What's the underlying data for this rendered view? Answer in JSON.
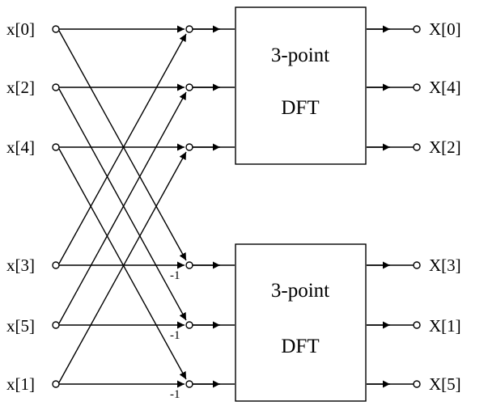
{
  "inputs": [
    "x[0]",
    "x[2]",
    "x[4]",
    "x[3]",
    "x[5]",
    "x[1]"
  ],
  "outputs": [
    "X[0]",
    "X[4]",
    "X[2]",
    "X[3]",
    "X[1]",
    "X[5]"
  ],
  "blocks": [
    {
      "line1": "3-point",
      "line2": "DFT"
    },
    {
      "line1": "3-point",
      "line2": "DFT"
    }
  ],
  "multipliers": [
    "-1",
    "-1",
    "-1"
  ]
}
